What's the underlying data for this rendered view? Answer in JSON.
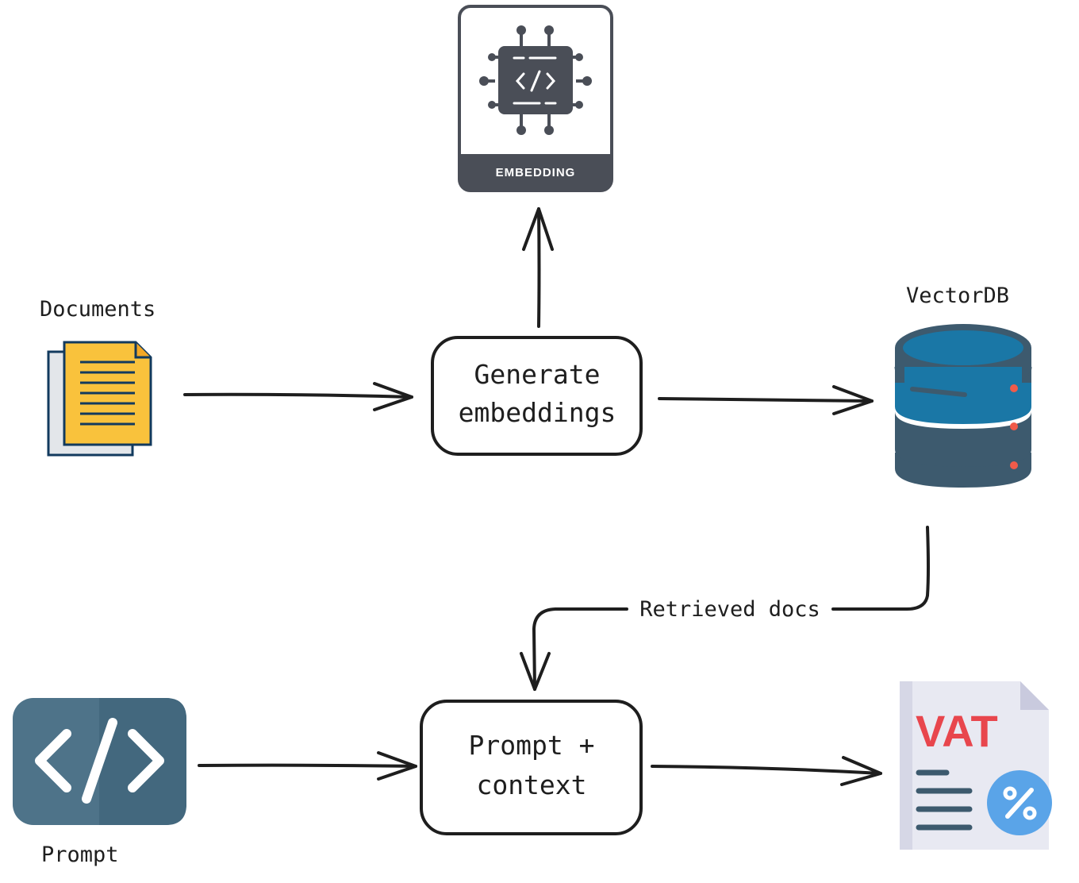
{
  "nodes": {
    "documents": {
      "label": "Documents",
      "icon": "documents-icon"
    },
    "generate": {
      "line1": "Generate",
      "line2": "embeddings"
    },
    "embedding": {
      "label": "EMBEDDING",
      "icon": "chip-code-icon"
    },
    "vectordb": {
      "label": "VectorDB",
      "icon": "database-icon"
    },
    "prompt": {
      "label": "Prompt",
      "icon": "code-icon"
    },
    "prompt_context": {
      "line1": "Prompt +",
      "line2": "context"
    },
    "vat": {
      "label": "VAT",
      "icon": "vat-document-icon"
    }
  },
  "edges": {
    "retrieved": {
      "label": "Retrieved docs"
    }
  },
  "colors": {
    "doc_yellow": "#f9c23c",
    "doc_navy": "#123a5e",
    "db_top": "#1a77a6",
    "db_body": "#3d5a6e",
    "db_dot": "#f05b4a",
    "prompt_tile": "#4e7389",
    "chip": "#4a4e57",
    "vat_red": "#e8464d",
    "percent_blue": "#5aa4e8"
  }
}
